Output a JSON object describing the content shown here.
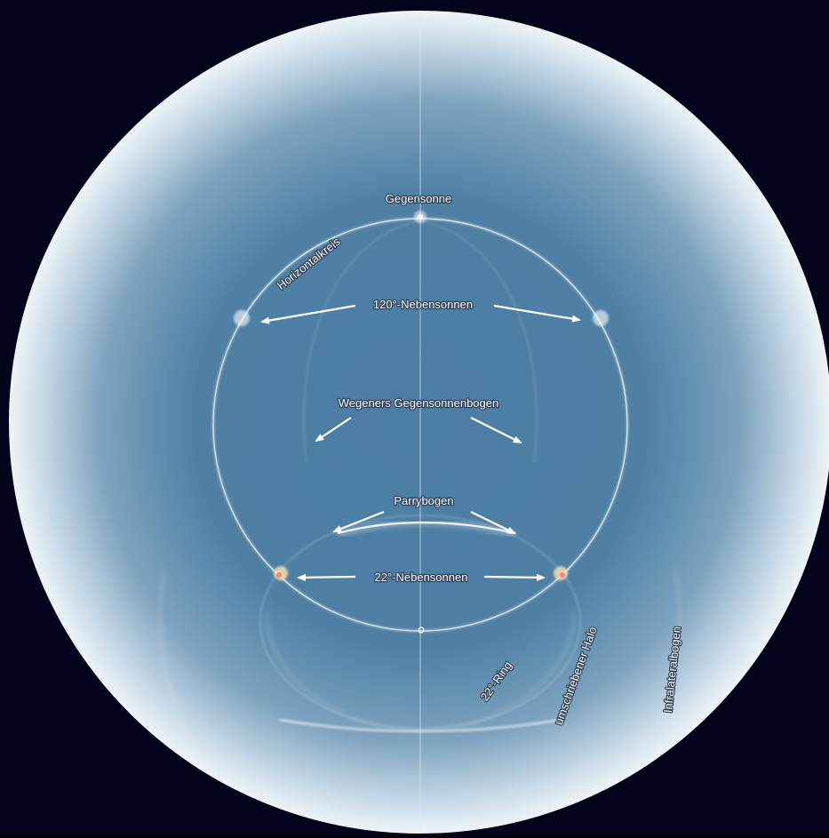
{
  "colors": {
    "background": "#02031a",
    "sky_center": "#4a7ba0",
    "sky_edge": "#e9f1f6",
    "halo": "#ffffff",
    "label_text": "#ffffff"
  },
  "labels": {
    "gegensonne": "Gegensonne",
    "horizontalkreis": "Horizontalkreis",
    "nebensonnen_120": "120°-Nebensonnen",
    "wegener": "Wegeners Gegensonnenbogen",
    "parrybogen": "Parrybogen",
    "nebensonnen_22": "22°-Nebensonnen",
    "ring_22": "22°-Ring",
    "umschriebener_halo": "umschriebener Halo",
    "infralateralbogen": "Infralateralbogen"
  }
}
